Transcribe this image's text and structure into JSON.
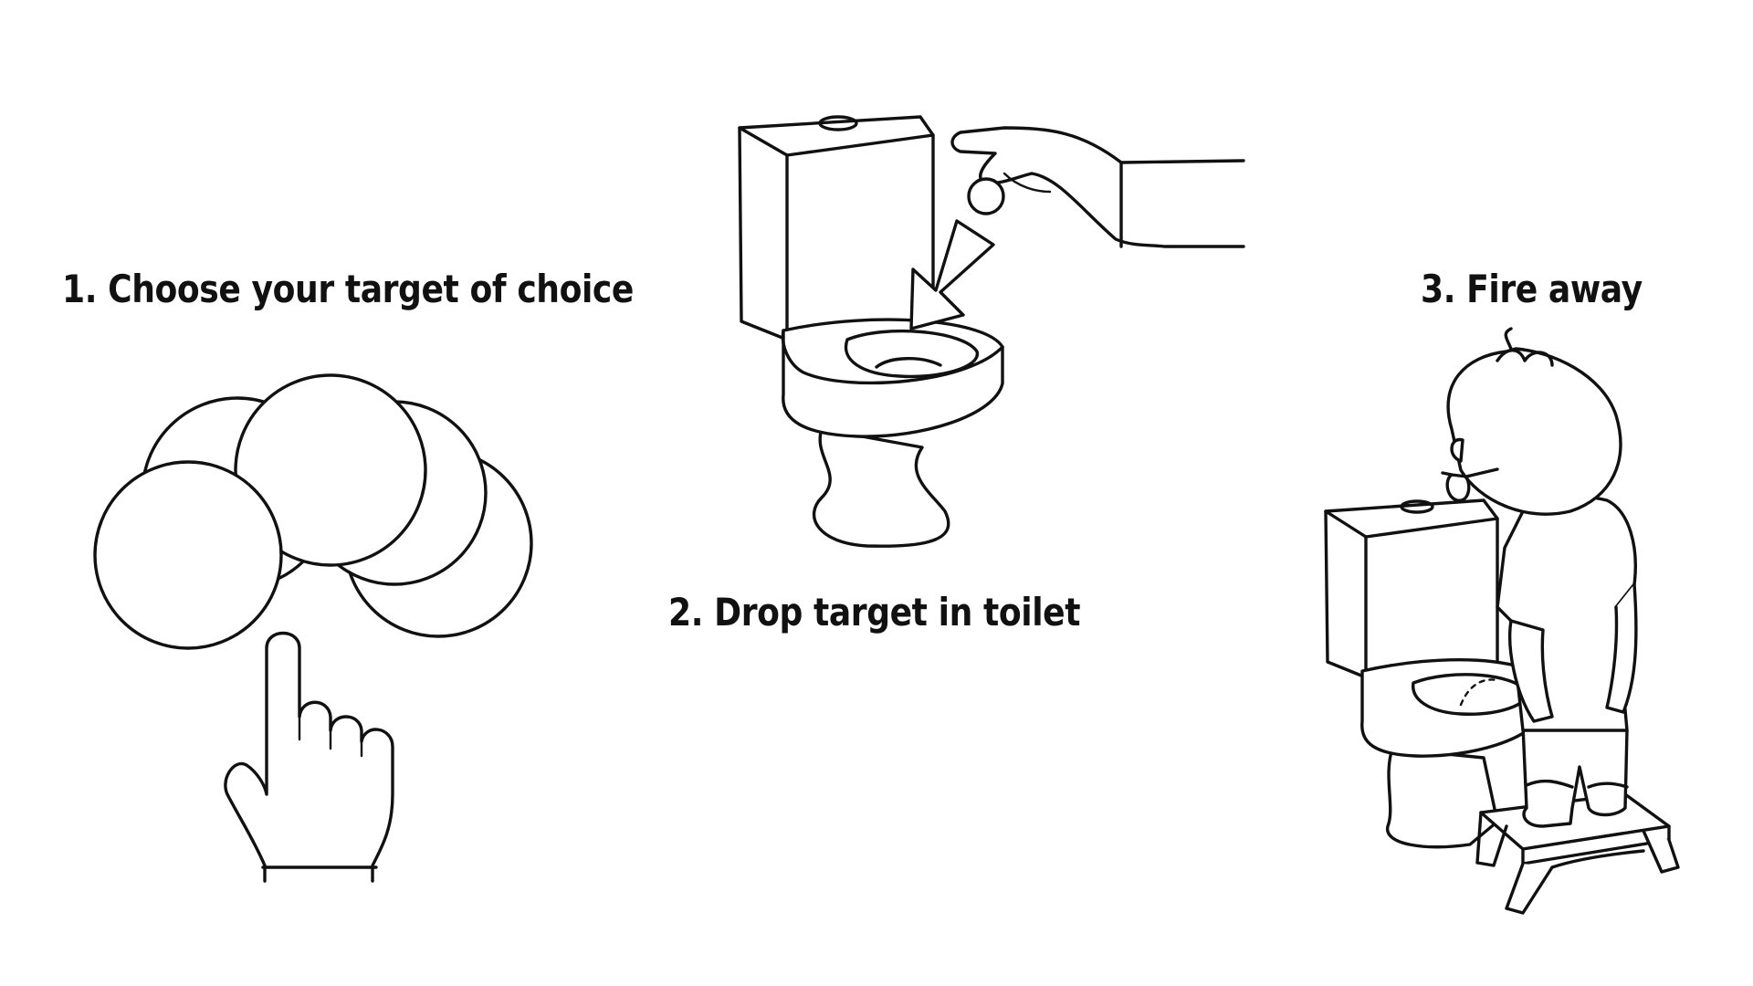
{
  "steps": [
    {
      "label": "1.  Choose your target of choice",
      "illustration": "target-discs-with-pointing-hand"
    },
    {
      "label": "2.  Drop target in toilet",
      "illustration": "hand-dropping-target-into-toilet"
    },
    {
      "label": "3.  Fire away",
      "illustration": "child-at-toilet-on-step-stool"
    }
  ],
  "colors": {
    "ink": "#111111",
    "paper": "#ffffff"
  }
}
